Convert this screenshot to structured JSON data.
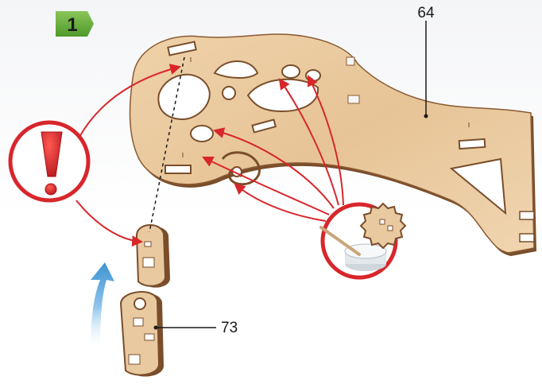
{
  "step": {
    "number": "1"
  },
  "callouts": {
    "main_part": "64",
    "small_part": "73"
  },
  "colors": {
    "badge_green": "#6cae3a",
    "arrow_red": "#d8262b",
    "wood": "#e9c9a0",
    "wood_edge": "#7a4e2b",
    "blue_arrow": "#4f9fd8"
  },
  "icons": {
    "warning": "exclamation-warning-icon",
    "glue": "glue-jar-icon",
    "direction": "up-arrow-icon"
  }
}
